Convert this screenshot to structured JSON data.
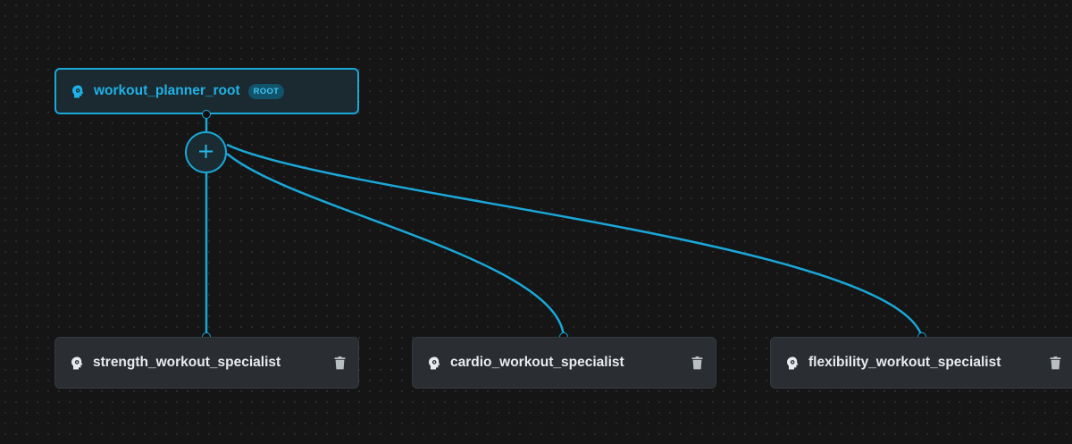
{
  "root_node": {
    "label": "workout_planner_root",
    "badge": "ROOT",
    "icon": "agent-brain-icon"
  },
  "add_button": {
    "symbol": "+"
  },
  "child_nodes": [
    {
      "label": "strength_workout_specialist",
      "icon": "agent-brain-icon",
      "action_icon": "trash-icon"
    },
    {
      "label": "cardio_workout_specialist",
      "icon": "agent-brain-icon",
      "action_icon": "trash-icon"
    },
    {
      "label": "flexibility_workout_specialist",
      "icon": "agent-brain-icon",
      "action_icon": "trash-icon"
    }
  ],
  "colors": {
    "accent": "#1aa7d8",
    "background": "#151515",
    "node_fill": "#2a2e32",
    "root_fill": "#1b2a31",
    "text": "#e9ecee"
  }
}
